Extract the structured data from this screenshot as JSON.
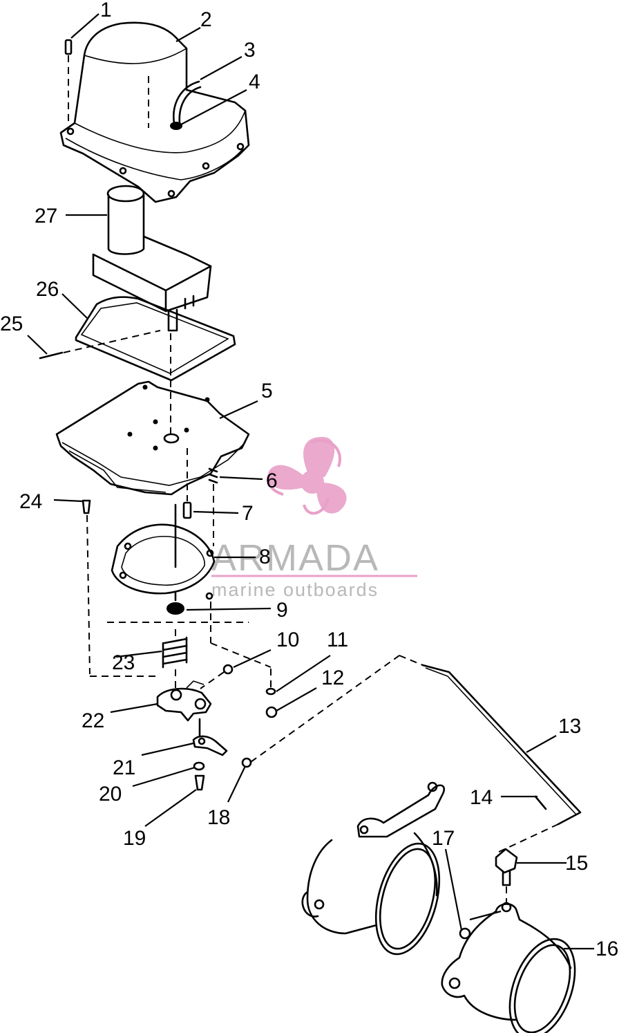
{
  "watermark": {
    "brand": "ARMADA",
    "tagline": "marine outboards",
    "logo_color": "#e8a0c8",
    "text_color": "#b8b8b8"
  },
  "part_labels": [
    "1",
    "2",
    "3",
    "4",
    "5",
    "6",
    "7",
    "8",
    "9",
    "10",
    "11",
    "12",
    "13",
    "14",
    "15",
    "16",
    "17",
    "18",
    "19",
    "20",
    "21",
    "22",
    "23",
    "24",
    "25",
    "26",
    "27"
  ]
}
